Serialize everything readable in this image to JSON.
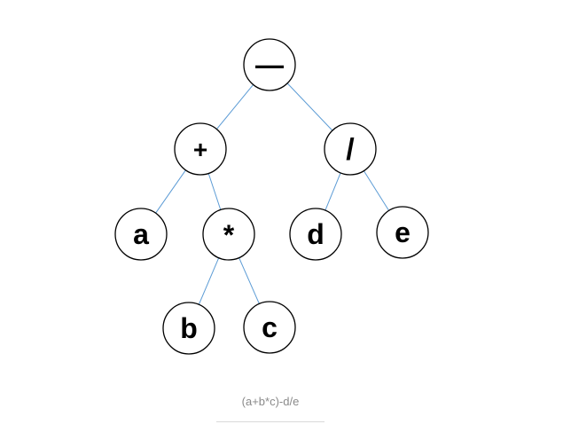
{
  "diagram": {
    "nodes": {
      "root": "—",
      "plus": "+",
      "div": "/",
      "a": "a",
      "mul": "*",
      "d": "d",
      "e": "e",
      "b": "b",
      "c": "c"
    },
    "edges": [
      [
        "root",
        "plus"
      ],
      [
        "root",
        "div"
      ],
      [
        "plus",
        "a"
      ],
      [
        "plus",
        "mul"
      ],
      [
        "mul",
        "b"
      ],
      [
        "mul",
        "c"
      ],
      [
        "div",
        "d"
      ],
      [
        "div",
        "e"
      ]
    ],
    "caption": "(a+b*c)-d/e",
    "colors": {
      "edge": "#5b9bd5",
      "node_stroke": "#000000",
      "node_fill": "#ffffff",
      "label": "#000000",
      "caption": "#8a8a8a"
    }
  }
}
